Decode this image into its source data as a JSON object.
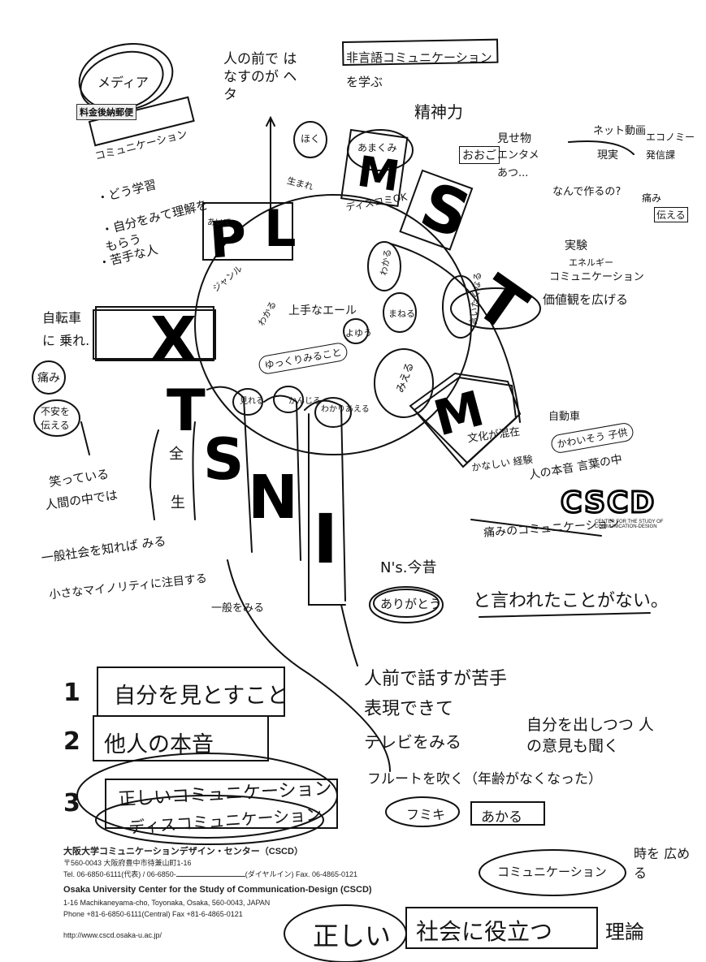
{
  "stamp": {
    "text": "料金後納郵便",
    "circle_text": "メディア"
  },
  "top_notes": {
    "public_speaking": "人の前で はなすのが ヘタ",
    "nonverbal": "非言語コミュニケーション を学ぶ",
    "spirit": "精神力"
  },
  "left_notes": {
    "box_label": "コミュニケーション",
    "lines": [
      "・どう学習",
      "・自分をみて理解を もらう",
      "・苦手な人"
    ],
    "bicycle": "自転車に 乗れ.",
    "pain": "痛み",
    "bubble_pain": "不安を 伝える",
    "laughs": [
      "笑っている",
      "人間の中では",
      "一般社会を知れば みる",
      "小さなマイノリティに注目する",
      "一般をみる"
    ],
    "kanji_zen": "全",
    "kanji_sei": "生"
  },
  "right_notes": {
    "self_notes": [
      "見せ物",
      "エンタメ",
      "あつ...",
      "ネット動画",
      "現実",
      "エコノミー",
      "発信課",
      "なんで作るの?",
      "痛み",
      "伝える"
    ],
    "experience": [
      "実験",
      "エネルギー",
      "コミュニケーション",
      "価値観を広げる"
    ],
    "mix": [
      "文化が混在",
      "自動車",
      "かなしい 経験",
      "かわいそう 子供",
      "人の本音 言葉の中"
    ],
    "pain_comm": "痛みのコミュニケーション",
    "bubble_ok": "ディスコミOK",
    "bubble_amaku": "あまくみ",
    "bubble_hoka": "ほく"
  },
  "center": {
    "letters": [
      "P",
      "L",
      "M",
      "S",
      "T",
      "X",
      "T",
      "S",
      "N",
      "I",
      "M"
    ],
    "small_labels": [
      "あいて",
      "生まれ",
      "ジャンル",
      "上手なエール",
      "わかる",
      "よゆう",
      "まねる",
      "わかる",
      "かんじる",
      "わかりあえる",
      "みえる",
      "見れる",
      "言いたくなる",
      "ゆっくりみること"
    ],
    "ns_label": "N's.今昔",
    "thanks": "ありがとう",
    "said_never": "と言われたことがない。"
  },
  "list": {
    "items": [
      "人前で話すが苦手",
      "表現できて",
      "テレビをみる",
      "フルートを吹く（年齢がなくなった）"
    ],
    "side_note": "自分を出しつつ 人の意見も聞く",
    "fumiki": "フミキ",
    "akaru": "あかる"
  },
  "numbered": {
    "n1": "1",
    "t1": "自分を見とすこと",
    "n2": "2",
    "t2": "他人の本音",
    "n3": "3",
    "t3a": "正しいコミュニケーション",
    "t3b": "ディスコミュニケーション"
  },
  "bottom_right": {
    "comm": "コミュニケーション",
    "time": "時を 広める",
    "tadashii": "正しい",
    "society": "社会に役立つ",
    "ryu": "理論"
  },
  "logo": {
    "mark": "CSCD",
    "line1": "CENTER FOR THE STUDY OF",
    "line2": "COMMUNICATION-DESIGN"
  },
  "footer": {
    "jp_name": "大阪大学コミュニケーションデザイン・センター（CSCD）",
    "jp_addr": "〒560-0043 大阪府豊中市待兼山町1-16",
    "jp_tel": "Tel. 06-6850-6111(代表) / 06-6850-",
    "jp_dial": "(ダイヤルイン) Fax. 06-4865-0121",
    "en_name": "Osaka University Center for the Study of Communication-Design (CSCD)",
    "en_addr": "1-16 Machikaneyama-cho, Toyonaka, Osaka, 560-0043, JAPAN",
    "en_phone": "Phone +81-6-6850-6111(Central) Fax +81-6-4865-0121",
    "url": "http://www.cscd.osaka-u.ac.jp/"
  }
}
